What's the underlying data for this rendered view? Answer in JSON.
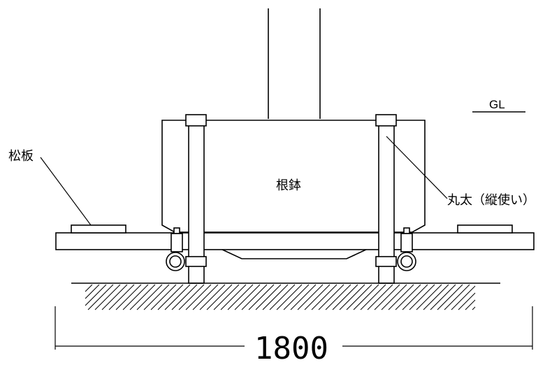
{
  "labels": {
    "gl": "GL",
    "pine_board": "松板",
    "root_ball": "根鉢",
    "log_vertical": "丸太（縦使い）",
    "dimension": "1800"
  }
}
